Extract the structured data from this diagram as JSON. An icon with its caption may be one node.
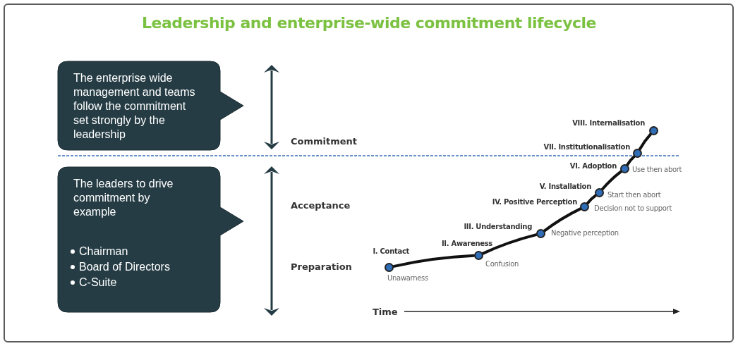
{
  "diagram": {
    "title": "Leadership and enterprise-wide commitment lifecycle",
    "nodes": [
      {
        "text": [
          "The enterprise wide management and teams follow the commitment set strongly by the leadership"
        ]
      },
      {
        "text": [
          "The leaders to drive commitment by example",
          "Chairman",
          "Board of Directors",
          "C-Suite"
        ]
      },
      {
        "text": [
          "I. Contact"
        ],
        "beside": [
          "Unawarness"
        ]
      },
      {
        "text": [
          "II. Awareness"
        ],
        "beside": [
          "Confusion"
        ]
      },
      {
        "text": [
          "III. Understanding"
        ],
        "beside": [
          "Negative perception"
        ]
      },
      {
        "text": [
          "IV. Positive Perception"
        ],
        "beside": [
          "Decision not to support"
        ]
      },
      {
        "text": [
          "V. Installation"
        ],
        "beside": [
          "Start then abort"
        ]
      },
      {
        "text": [
          "VI. Adoption"
        ],
        "beside": [
          "Use then abort"
        ]
      },
      {
        "text": [
          "VII. Institutionalisation"
        ]
      },
      {
        "text": [
          "VIII. Internalisation"
        ]
      }
    ],
    "edges": [
      {
        "from": 2,
        "to": 3,
        "arrow": "none"
      },
      {
        "from": 3,
        "to": 4,
        "arrow": "none"
      },
      {
        "from": 4,
        "to": 5,
        "arrow": "none"
      },
      {
        "from": 5,
        "to": 6,
        "arrow": "none"
      },
      {
        "from": 6,
        "to": 7,
        "arrow": "none"
      },
      {
        "from": 7,
        "to": 8,
        "arrow": "none"
      },
      {
        "from": 8,
        "to": 9,
        "arrow": "none"
      }
    ],
    "labels": [
      "Commitment",
      "Acceptance",
      "Preparation",
      "Time"
    ]
  }
}
